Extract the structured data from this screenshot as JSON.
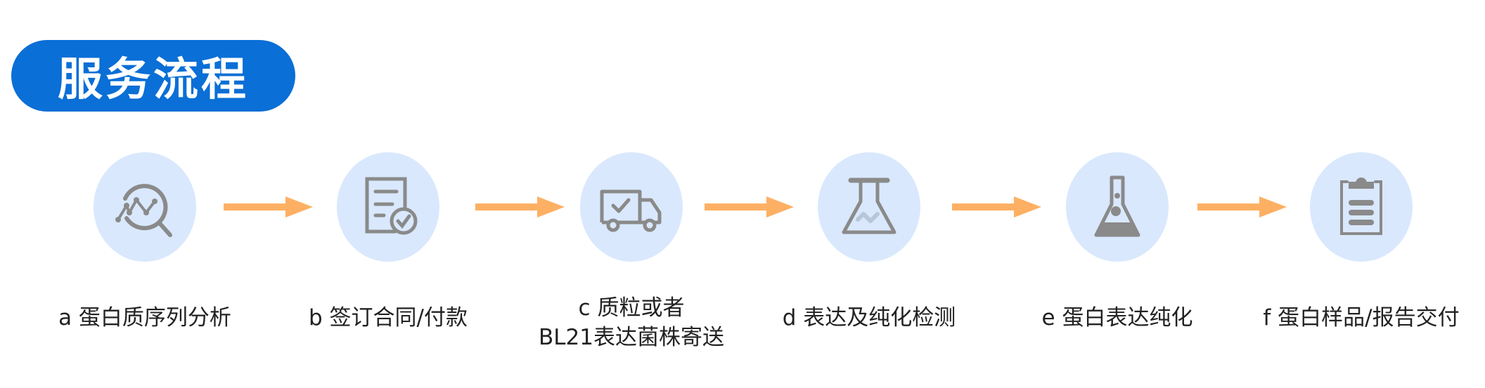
{
  "title": "服务流程",
  "colors": {
    "pill": "#0a6fd6",
    "circle": "#d9e8fd",
    "arrow": "#fdb064",
    "icon": "#8a8a8a"
  },
  "steps": [
    {
      "icon": "magnify-chart-icon",
      "lines": [
        "a 蛋白质序列分析"
      ]
    },
    {
      "icon": "contract-check-icon",
      "lines": [
        "b 签订合同/付款"
      ]
    },
    {
      "icon": "delivery-truck-icon",
      "lines": [
        "c 质粒或者",
        "BL21表达菌株寄送"
      ]
    },
    {
      "icon": "flask-icon",
      "lines": [
        "d 表达及纯化检测"
      ]
    },
    {
      "icon": "flask-filled-icon",
      "lines": [
        "e 蛋白表达纯化"
      ]
    },
    {
      "icon": "clipboard-icon",
      "lines": [
        "f 蛋白样品/报告交付"
      ]
    }
  ]
}
